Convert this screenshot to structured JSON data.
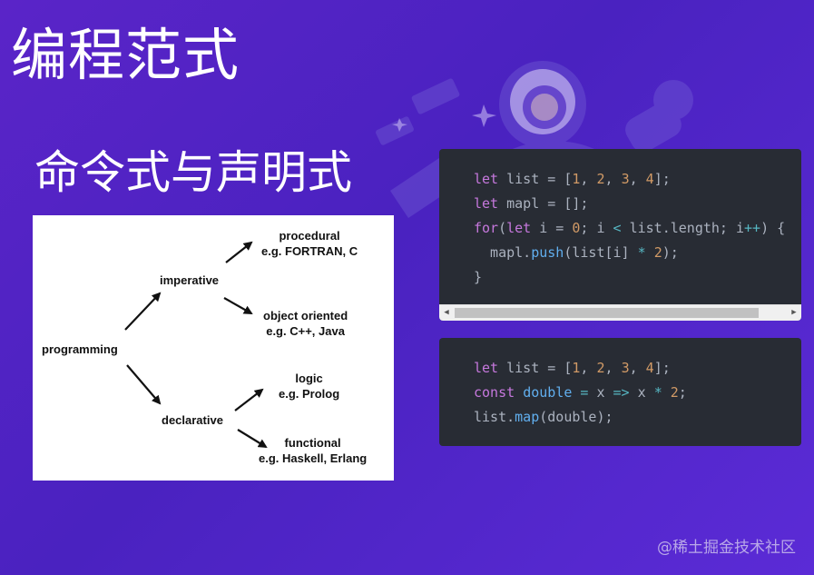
{
  "slide": {
    "title": "编程范式",
    "subtitle": "命令式与声明式",
    "watermark": "@稀土掘金技术社区"
  },
  "diagram": {
    "nodes": {
      "programming": "programming",
      "imperative": "imperative",
      "declarative": "declarative",
      "procedural": "procedural",
      "procedural_eg": "e.g. FORTRAN, C",
      "object_oriented": "object oriented",
      "object_oriented_eg": "e.g. C++, Java",
      "logic": "logic",
      "logic_eg": "e.g. Prolog",
      "functional": "functional",
      "functional_eg": "e.g. Haskell, Erlang"
    }
  },
  "code": {
    "imperative_lines": [
      "let list = [1, 2, 3, 4];",
      "let mapl = [];",
      "for(let i = 0; i < list.length; i++) {",
      "  mapl.push(list[i] * 2);",
      "}"
    ],
    "declarative_lines": [
      "let list = [1, 2, 3, 4];",
      "const double = x => x * 2;",
      "list.map(double);"
    ]
  },
  "colors": {
    "background": "#4e23c6",
    "code_bg": "#282c34",
    "keyword": "#c678dd",
    "number": "#d19a66",
    "function": "#61afef",
    "operator": "#56b6c2"
  },
  "icons": {
    "scroll_left": "triangle-left",
    "scroll_right": "triangle-right",
    "background_art": "astronaut-illustration"
  }
}
